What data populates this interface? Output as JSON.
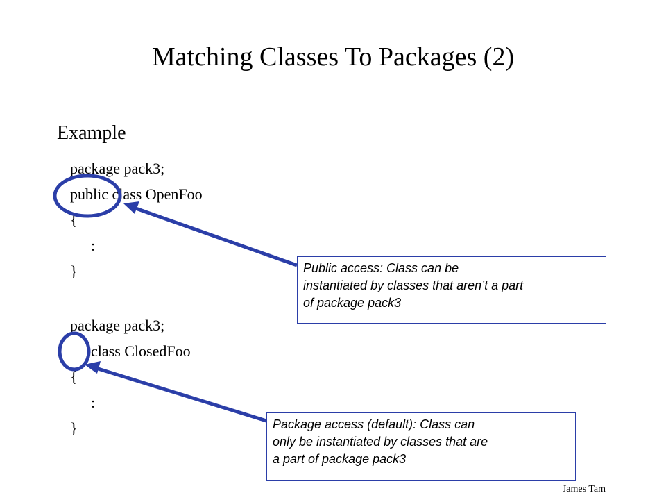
{
  "slide": {
    "title": "Matching Classes To Packages (2)",
    "heading": "Example",
    "code_block_1": [
      "package pack3;",
      "public class OpenFoo",
      "{",
      ":",
      "}"
    ],
    "code_block_2": [
      "package pack3;",
      "class ClosedFoo",
      "{",
      ":",
      "}"
    ],
    "callout_public": [
      "Public access: Class can be",
      "instantiated by classes that aren’t a part",
      "of package pack3"
    ],
    "callout_package": [
      "Package access (default): Class can",
      "only be instantiated by classes that are",
      "a part of package pack3"
    ],
    "footer": "James Tam",
    "accent_color": "#2b3ea8"
  }
}
